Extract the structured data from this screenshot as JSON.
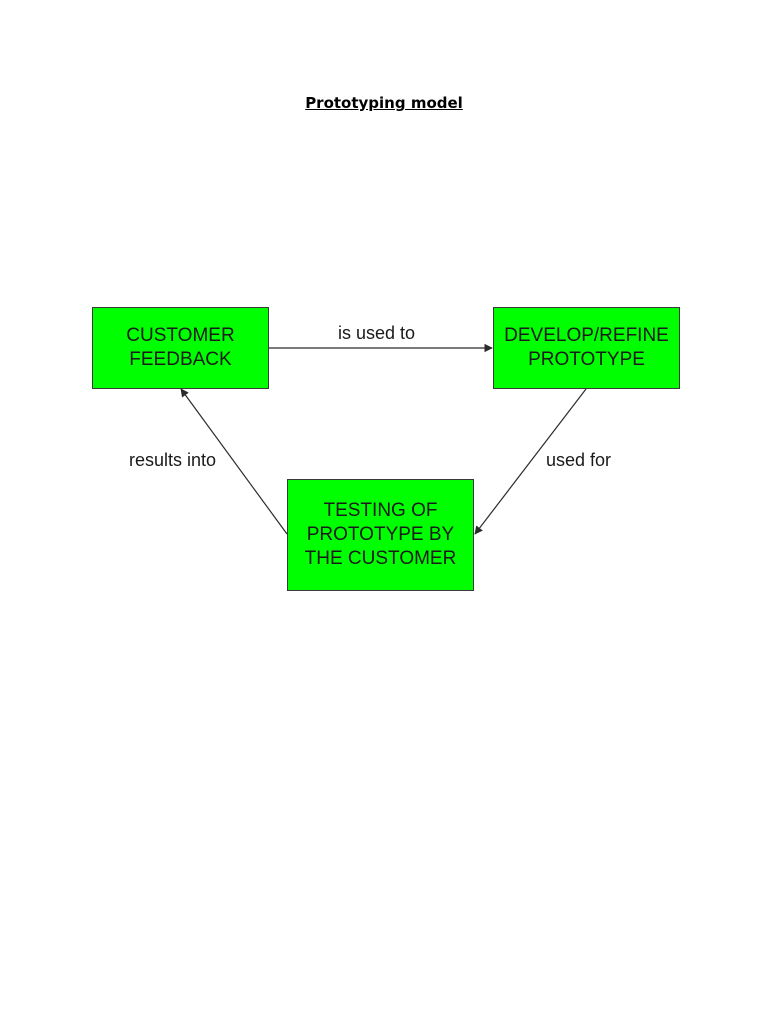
{
  "title": "Prototyping model",
  "colors": {
    "box_fill": "#00ff00",
    "box_border": "#3a3a3a",
    "arrow": "#2b2b2b",
    "text": "#1a1a1a"
  },
  "nodes": {
    "feedback": {
      "lines": [
        "CUSTOMER",
        "FEEDBACK"
      ]
    },
    "develop": {
      "lines": [
        "DEVELOP/REFINE",
        "PROTOTYPE"
      ]
    },
    "testing": {
      "lines": [
        "TESTING OF",
        "PROTOTYPE BY",
        "THE CUSTOMER"
      ]
    }
  },
  "edges": {
    "feedback_to_develop": {
      "label": "is used to"
    },
    "develop_to_testing": {
      "label": "used for"
    },
    "testing_to_feedback": {
      "label": "results into"
    }
  }
}
